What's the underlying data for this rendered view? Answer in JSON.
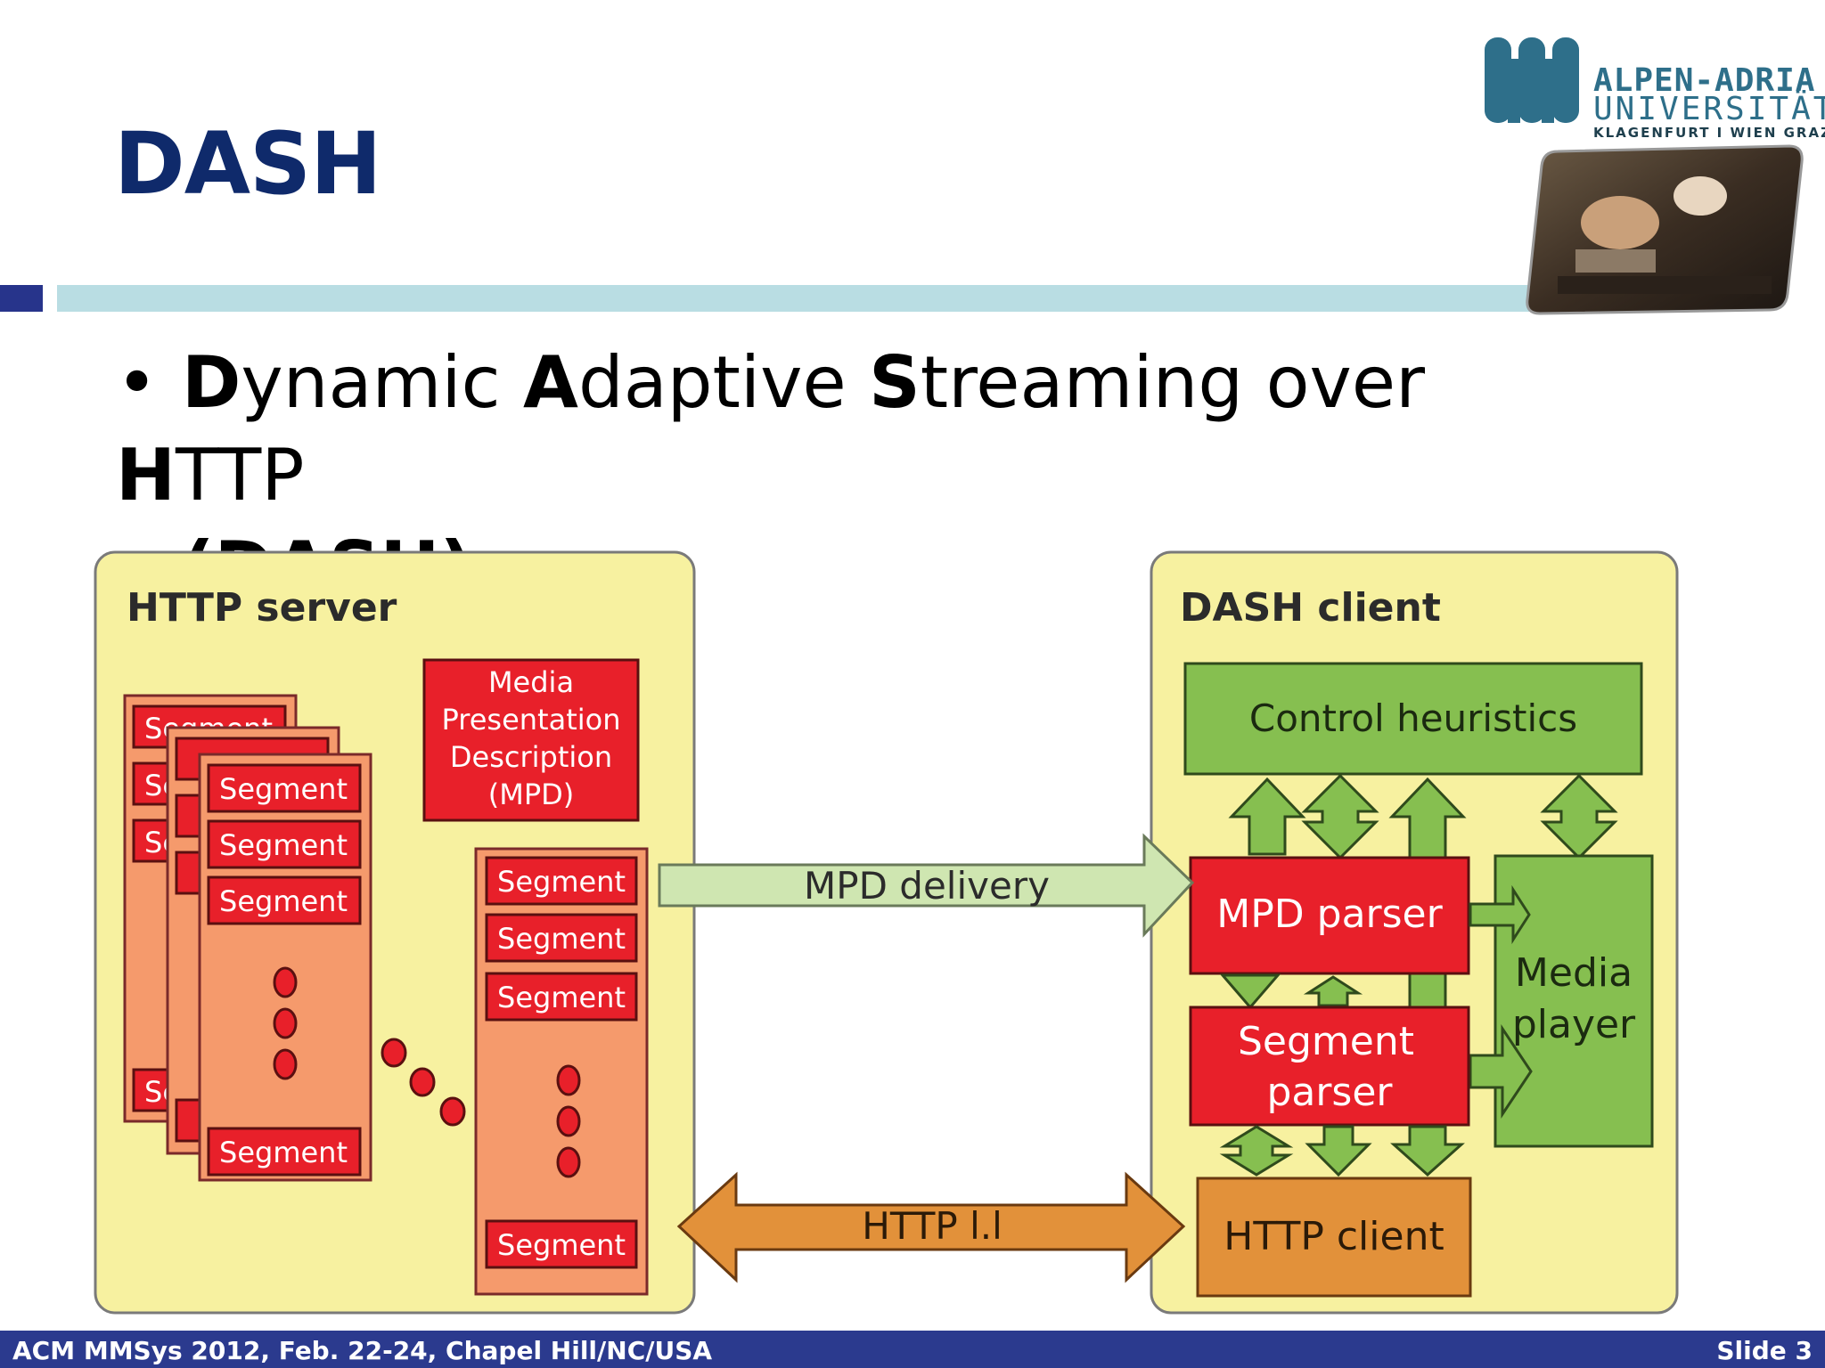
{
  "slide": {
    "title": "DASH",
    "bullet": {
      "parts": [
        {
          "text": "D",
          "bold": true
        },
        {
          "text": "ynamic ",
          "bold": false
        },
        {
          "text": "A",
          "bold": true
        },
        {
          "text": "daptive ",
          "bold": false
        },
        {
          "text": "S",
          "bold": true
        },
        {
          "text": "treaming over ",
          "bold": false
        },
        {
          "text": "H",
          "bold": true
        },
        {
          "text": "TTP",
          "bold": false
        }
      ],
      "continuation": "(DASH)"
    }
  },
  "logo": {
    "line1": "ALPEN-ADRIA",
    "line2": "UNIVERSITÄT",
    "line3": "KLAGENFURT I WIEN GRAZ",
    "color": "#2e6f8a"
  },
  "diagram": {
    "server": {
      "title": "HTTP server",
      "segment_label": "Segment",
      "mpd_lines": [
        "Media",
        "Presentation",
        "Description",
        "(MPD)"
      ]
    },
    "client": {
      "title": "DASH client",
      "control": "Control heuristics",
      "mpd_parser": "MPD parser",
      "segment_parser_lines": [
        "Segment",
        "parser"
      ],
      "media_player_lines": [
        "Media",
        "player"
      ],
      "http_client": "HTTP client"
    },
    "links": {
      "mpd_delivery": "MPD delivery",
      "http": "HTTP l.l"
    },
    "colors": {
      "panel": "#f7f1a0",
      "segment_red": "#e8202a",
      "stack_salmon": "#f59a6c",
      "green": "#86bf50",
      "orange": "#e2913a",
      "light_green": "#cfe6b1"
    }
  },
  "footer": {
    "left": "ACM MMSys 2012, Feb.  22-24, Chapel Hill/NC/USA",
    "right": "Slide 3"
  }
}
